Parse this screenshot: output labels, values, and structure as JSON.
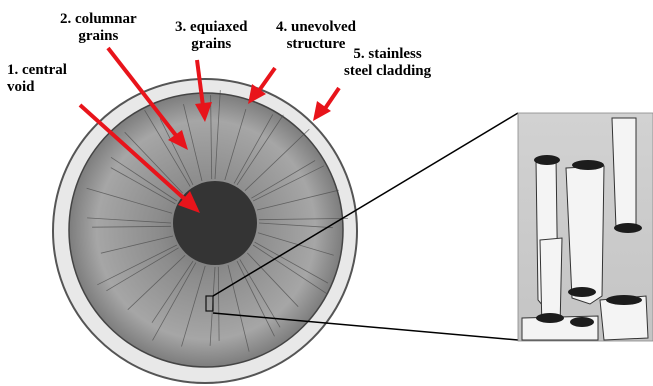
{
  "labels": {
    "central_void": "1. central\nvoid",
    "columnar_grains": "2. columnar\ngrains",
    "equiaxed_grains": "3. equiaxed\ngrains",
    "unevolved_structure": "4. unevolved\nstructure",
    "stainless_cladding": "5. stainless\nsteel cladding"
  },
  "colors": {
    "arrow": "#e8141b",
    "cladding": "#e9e9e9",
    "fuel": "#9a9a9a",
    "void": "#3a3a3a",
    "zoom_lines": "#000000"
  }
}
